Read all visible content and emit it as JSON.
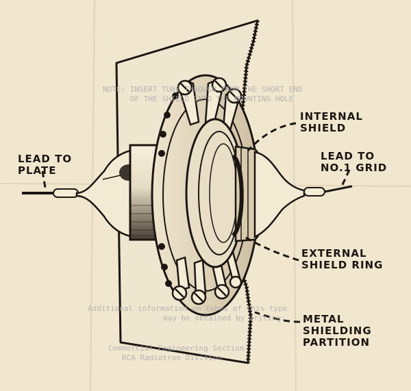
{
  "labels": {
    "lead_to_plate": [
      "LEAD TO",
      "PLATE"
    ],
    "lead_to_grid": [
      "LEAD TO",
      "NO.1 GRID"
    ],
    "internal_shield": [
      "INTERNAL",
      "SHIELD"
    ],
    "external_shield_ring": [
      "EXTERNAL",
      "SHIELD RING"
    ],
    "metal_shielding_partition": [
      "METAL",
      "SHIELDING",
      "PARTITION"
    ]
  },
  "bleed_through": {
    "header": [
      "NOTE: INSERT TUBE THROUGH FROM THE SHORT END",
      "OF THE SHIELD INTO THE MOUNTING HOLE"
    ],
    "footer": [
      "Additional information on tubes of this type",
      "may be obtained by writing:",
      "Commercial Engineering Section",
      "RCA Radiotron Division"
    ]
  },
  "colors": {
    "paper": "#f1e7cf",
    "ink": "#1c1612",
    "bleed_ink": "#a9a8ac"
  }
}
